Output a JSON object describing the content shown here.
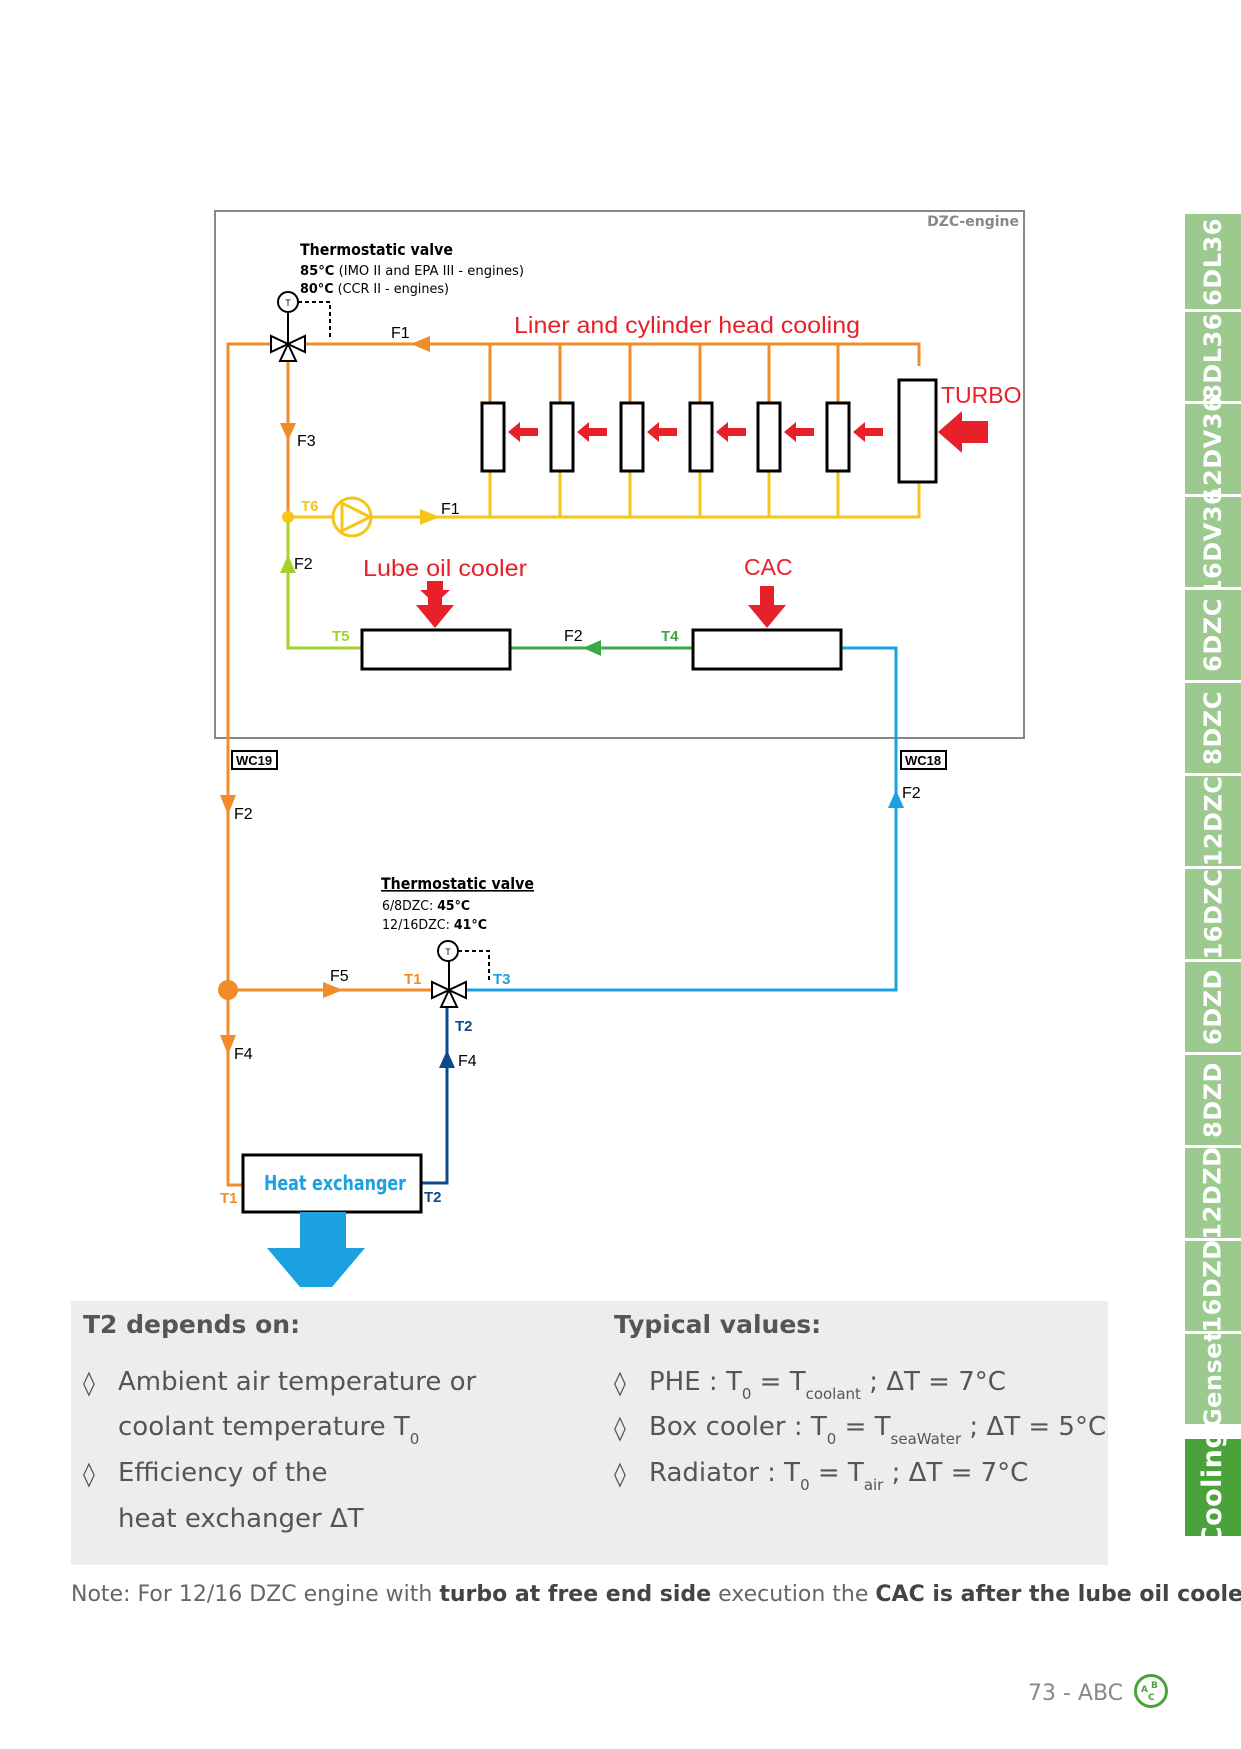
{
  "tabs": [
    {
      "label": "6DL36",
      "active": false
    },
    {
      "label": "8DL36",
      "active": false
    },
    {
      "label": "12DV36",
      "active": false
    },
    {
      "label": "16DV36",
      "active": false
    },
    {
      "label": "6DZC",
      "active": false
    },
    {
      "label": "8DZC",
      "active": false
    },
    {
      "label": "12DZC",
      "active": false
    },
    {
      "label": "16DZC",
      "active": false
    },
    {
      "label": "6DZD",
      "active": false
    },
    {
      "label": "8DZD",
      "active": false
    },
    {
      "label": "12DZD",
      "active": false
    },
    {
      "label": "16DZD",
      "active": false
    },
    {
      "label": "Genset",
      "active": false
    },
    {
      "label": "Cooling",
      "active": true
    }
  ],
  "diagram": {
    "engine_label": "DZC-engine",
    "valve1": {
      "title": "Thermostatic valve",
      "temp1": "85°C",
      "desc1": " (IMO II and EPA III - engines)",
      "temp2": "80°C",
      "desc2": " (CCR II - engines)",
      "symbol": "T"
    },
    "valve2": {
      "title": "Thermostatic valve",
      "line1_prefix": "6/8DZC: ",
      "line1_temp": "45°C",
      "line2_prefix": "12/16DZC: ",
      "line2_temp": "41°C",
      "symbol": "T"
    },
    "liner_label": "Liner and cylinder head cooling",
    "turbo_label": "TURBO",
    "lube_label": "Lube oil cooler",
    "cac_label": "CAC",
    "hx_label": "Heat exchanger",
    "wc19": "WC19",
    "wc18": "WC18",
    "flows": {
      "f1_top": "F1",
      "f1_bottom": "F1",
      "f3": "F3",
      "f2_left": "F2",
      "f2_mid": "F2",
      "f2_out": "F2",
      "f2_right": "F2",
      "f5": "F5",
      "f4_left": "F4",
      "f4_right": "F4"
    },
    "temps": {
      "t6": "T6",
      "t5": "T5",
      "t4": "T4",
      "t1_valve": "T1",
      "t3": "T3",
      "t2_valve": "T2",
      "t1_hx": "T1",
      "t2_hx": "T2"
    },
    "colors": {
      "orange": "#f28c28",
      "yellow": "#f5c518",
      "lime": "#a6d12a",
      "green": "#3aa845",
      "lightblue": "#1ba1e2",
      "darkblue": "#0d4a8c",
      "red": "#e8202a"
    }
  },
  "info": {
    "left_heading": "T2 depends on:",
    "left_item1_line1": "Ambient air temperature or",
    "left_item1_line2": "coolant temperature T",
    "left_item1_sub": "0",
    "left_item2_line1": "Efficiency of the",
    "left_item2_line2": "heat exchanger ΔT",
    "right_heading": "Typical values:",
    "phe": {
      "a": "PHE : T",
      "s1": "0",
      "b": " = T",
      "s2": "coolant",
      "c": " ; ΔT = 7°C"
    },
    "box": {
      "a": "Box cooler : T",
      "s1": "0",
      "b": " = T",
      "s2": "seaWater",
      "c": " ; ΔT = 5°C"
    },
    "rad": {
      "a": "Radiator : T",
      "s1": "0",
      "b": " = T",
      "s2": "air",
      "c": " ; ΔT = 7°C"
    },
    "bullet": "◊"
  },
  "note": {
    "p1": "Note: For 12/16 DZC engine with ",
    "b1": "turbo at free end side",
    "p2": " execution the ",
    "b2": "CAC is after the lube oil cooler",
    "p3": "."
  },
  "footer": {
    "page": "73 - ABC",
    "logo_letters": [
      "A",
      "B",
      "C"
    ]
  }
}
